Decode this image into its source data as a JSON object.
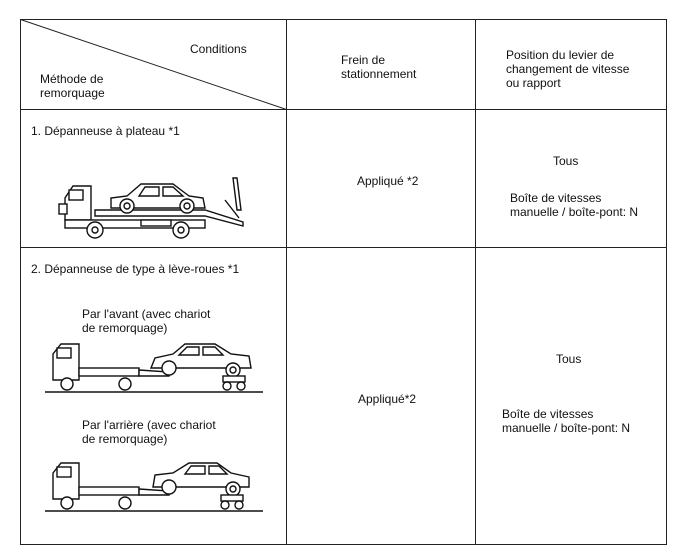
{
  "header": {
    "conditions": "Conditions",
    "method": "Méthode de\nremorquage",
    "parking_brake": "Frein de\nstationnement",
    "lever_position": "Position du levier de\nchangement de vitesse\nou rapport"
  },
  "rows": [
    {
      "method": "1. Dépanneuse à plateau   *1",
      "parking_brake": "Appliqué *2",
      "lever_all": "Tous",
      "lever_manual": "Boîte de vitesses\nmanuelle / boîte-pont: N"
    },
    {
      "method": "2. Dépanneuse de type à lève-roues    *1",
      "sub_front": "Par l'avant (avec chariot\nde remorquage)",
      "sub_rear": "Par l'arrière (avec chariot\nde remorquage)",
      "parking_brake": "Appliqué*2",
      "lever_all": "Tous",
      "lever_manual": "Boîte de vitesses\nmanuelle / boîte-pont: N"
    }
  ]
}
